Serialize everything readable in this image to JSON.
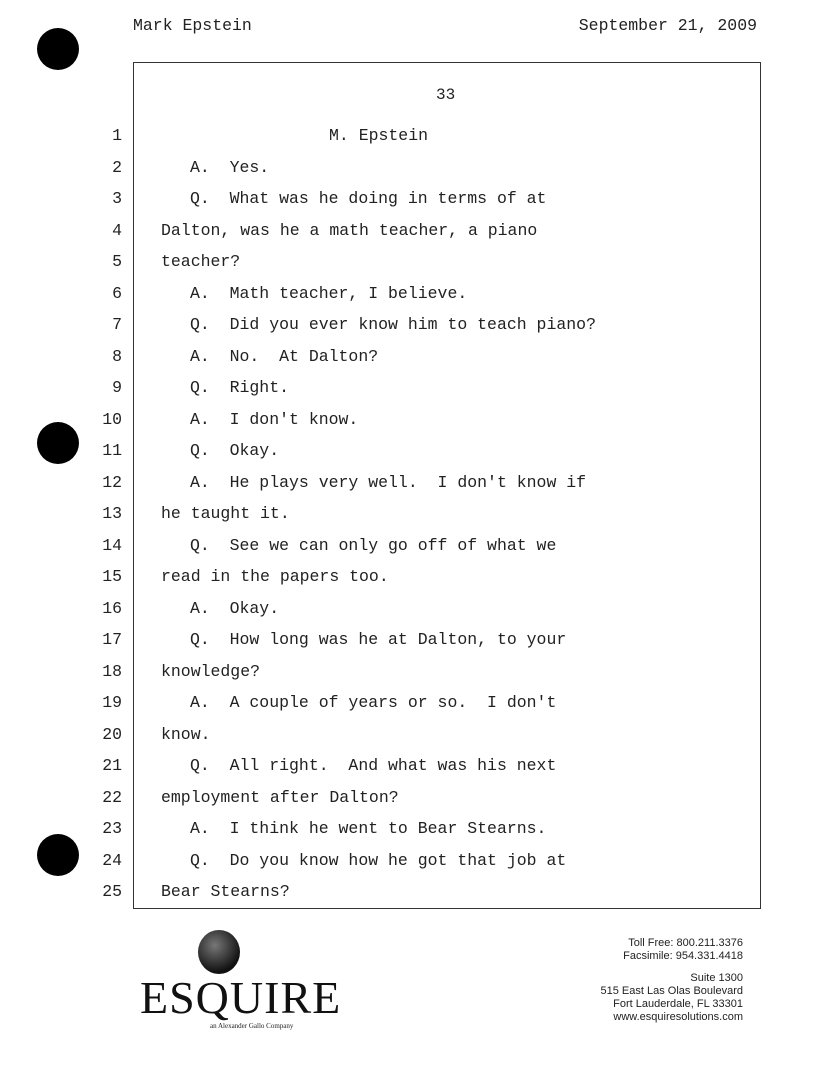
{
  "header": {
    "witness": "Mark Epstein",
    "date": "September 21, 2009"
  },
  "page_number": "33",
  "lines": [
    {
      "n": "1",
      "text": "M. Epstein",
      "style": "ctr"
    },
    {
      "n": "2",
      "text": "A.  Yes.",
      "style": "ind"
    },
    {
      "n": "3",
      "text": "Q.  What was he doing in terms of at",
      "style": "ind"
    },
    {
      "n": "4",
      "text": "Dalton, was he a math teacher, a piano",
      "style": ""
    },
    {
      "n": "5",
      "text": "teacher?",
      "style": ""
    },
    {
      "n": "6",
      "text": "A.  Math teacher, I believe.",
      "style": "ind"
    },
    {
      "n": "7",
      "text": "Q.  Did you ever know him to teach piano?",
      "style": "ind"
    },
    {
      "n": "8",
      "text": "A.  No.  At Dalton?",
      "style": "ind"
    },
    {
      "n": "9",
      "text": "Q.  Right.",
      "style": "ind"
    },
    {
      "n": "10",
      "text": "A.  I don't know.",
      "style": "ind"
    },
    {
      "n": "11",
      "text": "Q.  Okay.",
      "style": "ind"
    },
    {
      "n": "12",
      "text": "A.  He plays very well.  I don't know if",
      "style": "ind"
    },
    {
      "n": "13",
      "text": "he taught it.",
      "style": ""
    },
    {
      "n": "14",
      "text": "Q.  See we can only go off of what we",
      "style": "ind"
    },
    {
      "n": "15",
      "text": "read in the papers too.",
      "style": ""
    },
    {
      "n": "16",
      "text": "A.  Okay.",
      "style": "ind"
    },
    {
      "n": "17",
      "text": "Q.  How long was he at Dalton, to your",
      "style": "ind"
    },
    {
      "n": "18",
      "text": "knowledge?",
      "style": ""
    },
    {
      "n": "19",
      "text": "A.  A couple of years or so.  I don't",
      "style": "ind"
    },
    {
      "n": "20",
      "text": "know.",
      "style": ""
    },
    {
      "n": "21",
      "text": "Q.  All right.  And what was his next",
      "style": "ind"
    },
    {
      "n": "22",
      "text": "employment after Dalton?",
      "style": ""
    },
    {
      "n": "23",
      "text": "A.  I think he went to Bear Stearns.",
      "style": "ind"
    },
    {
      "n": "24",
      "text": "Q.  Do you know how he got that job at",
      "style": "ind"
    },
    {
      "n": "25",
      "text": "Bear Stearns?",
      "style": ""
    }
  ],
  "footer": {
    "logo_name": "ESQUIRE",
    "logo_tagline": "an Alexander Gallo Company",
    "toll_free": "Toll Free: 800.211.3376",
    "facsimile": "Facsimile: 954.331.4418",
    "suite": "Suite 1300",
    "street": "515 East Las Olas Boulevard",
    "city": "Fort Lauderdale, FL 33301",
    "website": "www.esquiresolutions.com"
  }
}
